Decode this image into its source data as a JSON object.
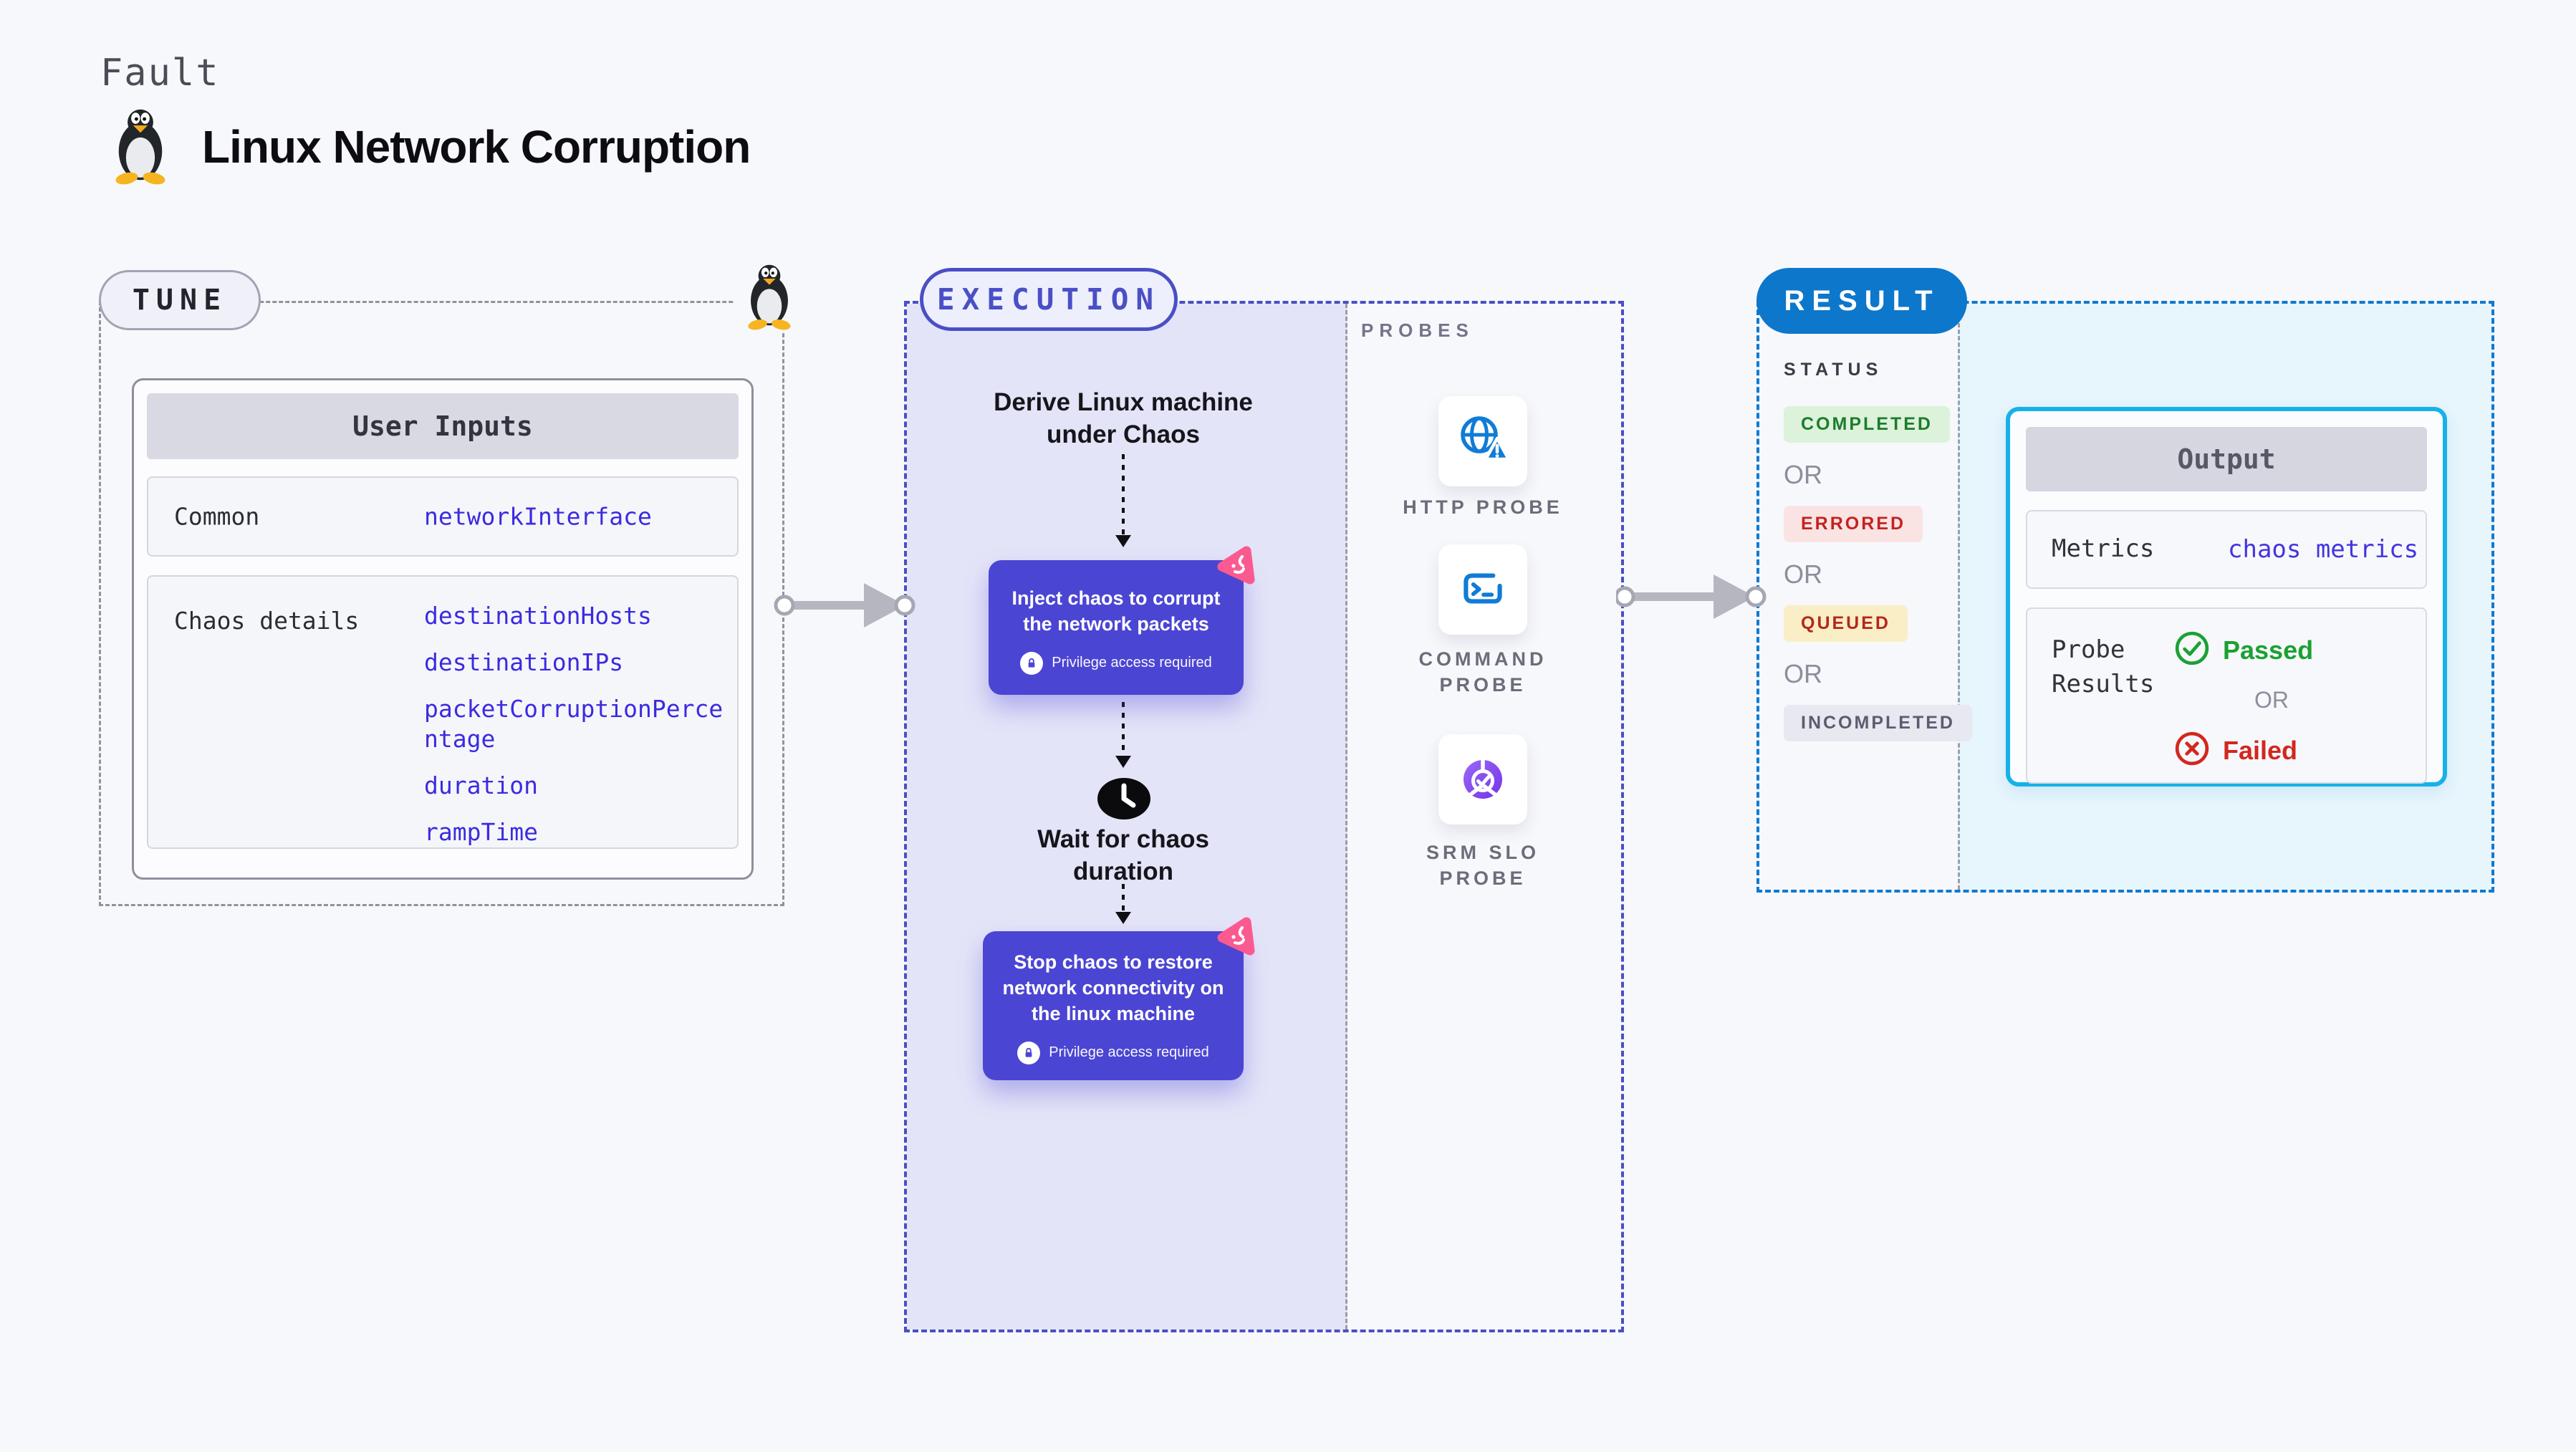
{
  "colors": {
    "page_bg": "#f7f8fb",
    "execution_accent": "#4a4fc5",
    "execution_fill": "#e4e4f8",
    "node_purple": "#4b45d3",
    "chaos_pink": "#fa5a8f",
    "result_blue": "#0d77cb",
    "result_dash": "#0d7ad2",
    "output_cyan_border": "#17b1e9",
    "output_cyan_bg": "#e7f5fc",
    "param_link_blue": "#3b2be0",
    "probe_icon_blue": "#107cd6",
    "srm_icon_purple": "#7c3aed",
    "passed_green": "#1ba133",
    "failed_red": "#d3271d"
  },
  "header": {
    "eyebrow": "Fault",
    "title": "Linux Network Corruption"
  },
  "tune": {
    "pill": "TUNE",
    "user_inputs": {
      "header": "User Inputs",
      "rows": [
        {
          "label": "Common",
          "values": [
            "networkInterface"
          ]
        },
        {
          "label": "Chaos details",
          "values": [
            "destinationHosts",
            "destinationIPs",
            "packetCorruptionPercentage",
            "duration",
            "rampTime"
          ]
        }
      ]
    }
  },
  "execution": {
    "pill": "EXECUTION",
    "flow": {
      "step1": "Derive Linux machine under Chaos",
      "node1": {
        "text": "Inject chaos to corrupt the network packets",
        "badge": "Privilege access required"
      },
      "wait": "Wait for chaos duration",
      "node2": {
        "text": "Stop chaos to restore network connectivity on the linux machine",
        "badge": "Privilege access required"
      }
    },
    "probes": {
      "label": "PROBES",
      "items": [
        {
          "name": "HTTP PROBE",
          "icon": "globe-alert-icon"
        },
        {
          "name": "COMMAND PROBE",
          "icon": "terminal-icon"
        },
        {
          "name": "SRM SLO PROBE",
          "icon": "slo-gauge-icon"
        }
      ]
    }
  },
  "result": {
    "pill": "RESULT",
    "status_label": "STATUS",
    "or_label": "OR",
    "statuses": [
      {
        "label": "COMPLETED",
        "bg": "#dcf2db",
        "fg": "#1d7c2b"
      },
      {
        "label": "ERRORED",
        "bg": "#fae4e3",
        "fg": "#c32220"
      },
      {
        "label": "QUEUED",
        "bg": "#f9eec5",
        "fg": "#b3281c"
      },
      {
        "label": "INCOMPLETED",
        "bg": "#e8e8f0",
        "fg": "#5c5c70"
      }
    ],
    "output": {
      "header": "Output",
      "metrics_label": "Metrics",
      "metrics_value": "chaos metrics",
      "probe_results_label": "Probe Results",
      "passed": "Passed",
      "failed": "Failed"
    }
  }
}
